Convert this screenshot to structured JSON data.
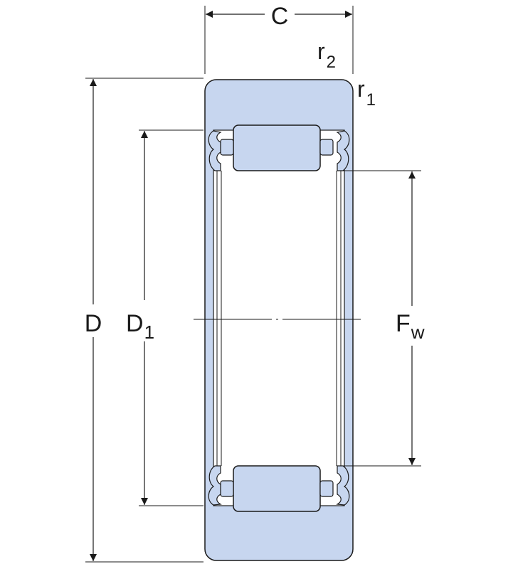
{
  "labels": {
    "c": "C",
    "r2_base": "r",
    "r2_sub": "2",
    "r1_base": "r",
    "r1_sub": "1",
    "d": "D",
    "d1_base": "D",
    "d1_sub": "1",
    "fw_base": "F",
    "fw_sub": "w"
  },
  "colors": {
    "ring_fill": "#c7d6ef",
    "line": "#1a1a1a",
    "paper": "#ffffff"
  }
}
